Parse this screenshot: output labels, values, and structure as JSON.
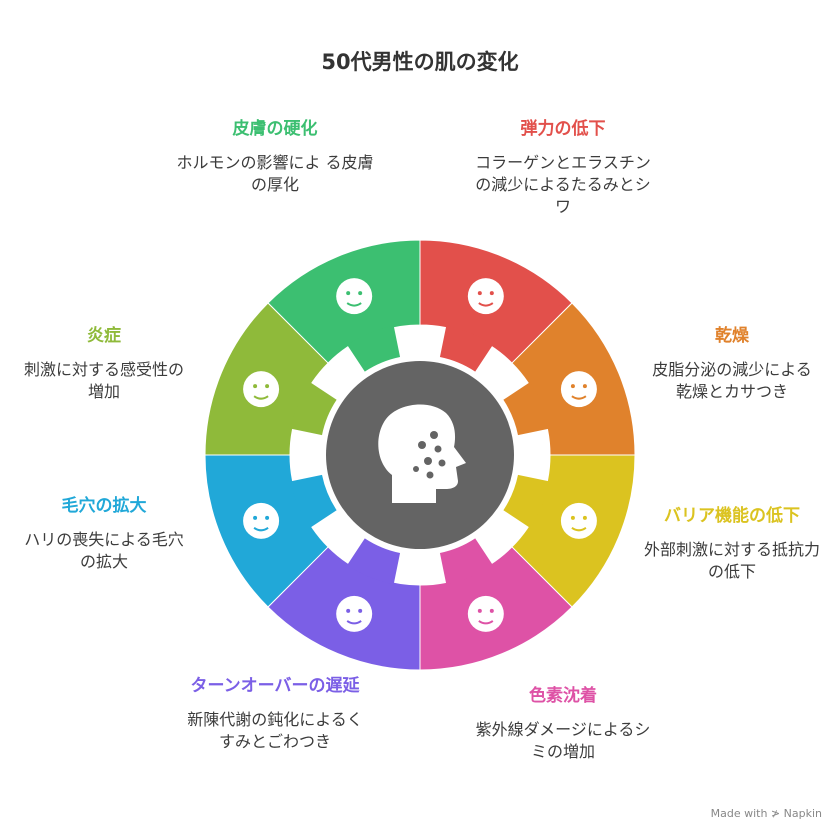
{
  "title": "50代男性の肌の変化",
  "center_icon": "face-with-spots-icon",
  "segments": [
    {
      "title": "皮膚の硬化",
      "desc": "ホルモンの影響によ る皮膚の厚化",
      "color": "#3cbf71",
      "icon": "bumpy-face-icon"
    },
    {
      "title": "弾力の低下",
      "desc": "コラーゲンとエラスチンの減少によるたるみとシワ",
      "color": "#e2504b",
      "icon": "sagging-face-icon"
    },
    {
      "title": "乾燥",
      "desc": "皮脂分泌の減少による乾燥とカサつき",
      "color": "#e0822c",
      "icon": "dry-face-icon"
    },
    {
      "title": "バリア機能の低下",
      "desc": "外部刺激に対する抵抗力の低下",
      "color": "#dbc320",
      "icon": "masked-face-icon"
    },
    {
      "title": "色素沈着",
      "desc": "紫外線ダメージによるシミの増加",
      "color": "#de52a6",
      "icon": "spotted-face-icon"
    },
    {
      "title": "ターンオーバーの遅延",
      "desc": "新陳代謝の鈍化によるくすみとごわつき",
      "color": "#7b5fe6",
      "icon": "leaf-face-icon"
    },
    {
      "title": "毛穴の拡大",
      "desc": "ハリの喪失による毛穴の拡大",
      "color": "#21a8d8",
      "icon": "sheet-mask-icon"
    },
    {
      "title": "炎症",
      "desc": "刺激に対する感受性の増加",
      "color": "#8fba3a",
      "icon": "irritated-face-icon"
    }
  ],
  "footer": "Made with ≯ Napkin"
}
